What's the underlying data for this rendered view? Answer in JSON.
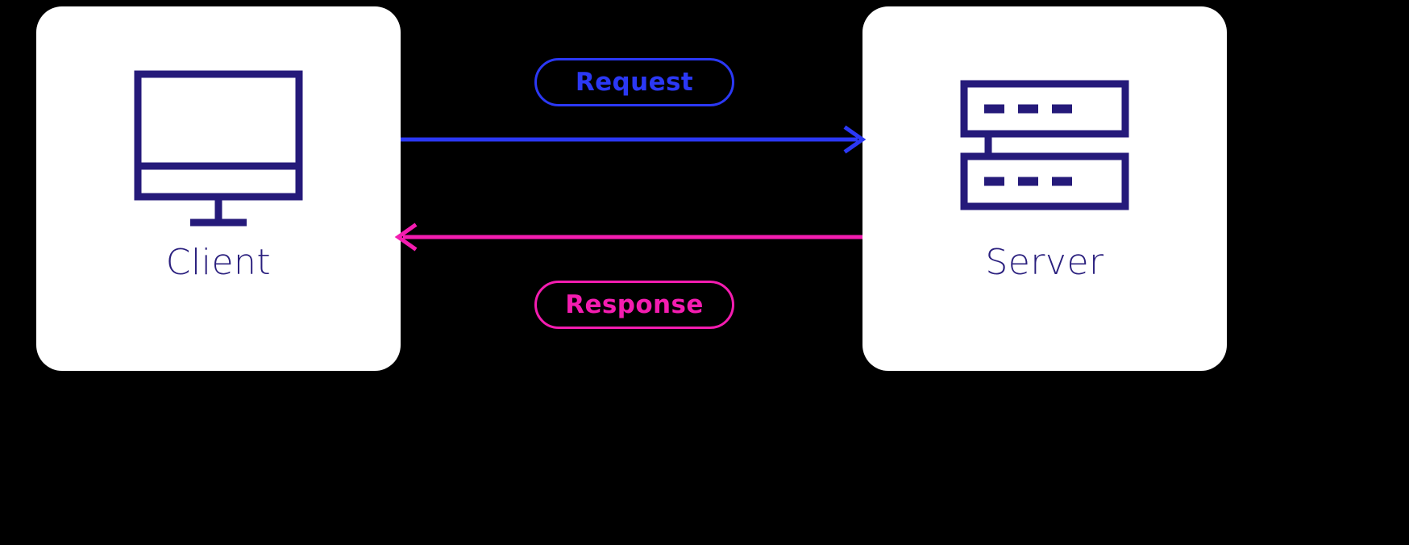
{
  "diagram": {
    "title": "Client Server Request Response",
    "background_color": "#000000",
    "nodes": [
      {
        "id": "client",
        "label": "Client",
        "icon": "monitor-icon",
        "card_color": "#ffffff",
        "label_color": "#2a1f7e",
        "icon_color": "#251a7a"
      },
      {
        "id": "server",
        "label": "Server",
        "icon": "server-rack-icon",
        "card_color": "#ffffff",
        "label_color": "#2a1f7e",
        "icon_color": "#251a7a"
      }
    ],
    "edges": [
      {
        "id": "request",
        "label": "Request",
        "from": "client",
        "to": "server",
        "direction": "right",
        "color": "#2b38f5"
      },
      {
        "id": "response",
        "label": "Response",
        "from": "server",
        "to": "client",
        "direction": "left",
        "color": "#f41cb0"
      }
    ]
  }
}
